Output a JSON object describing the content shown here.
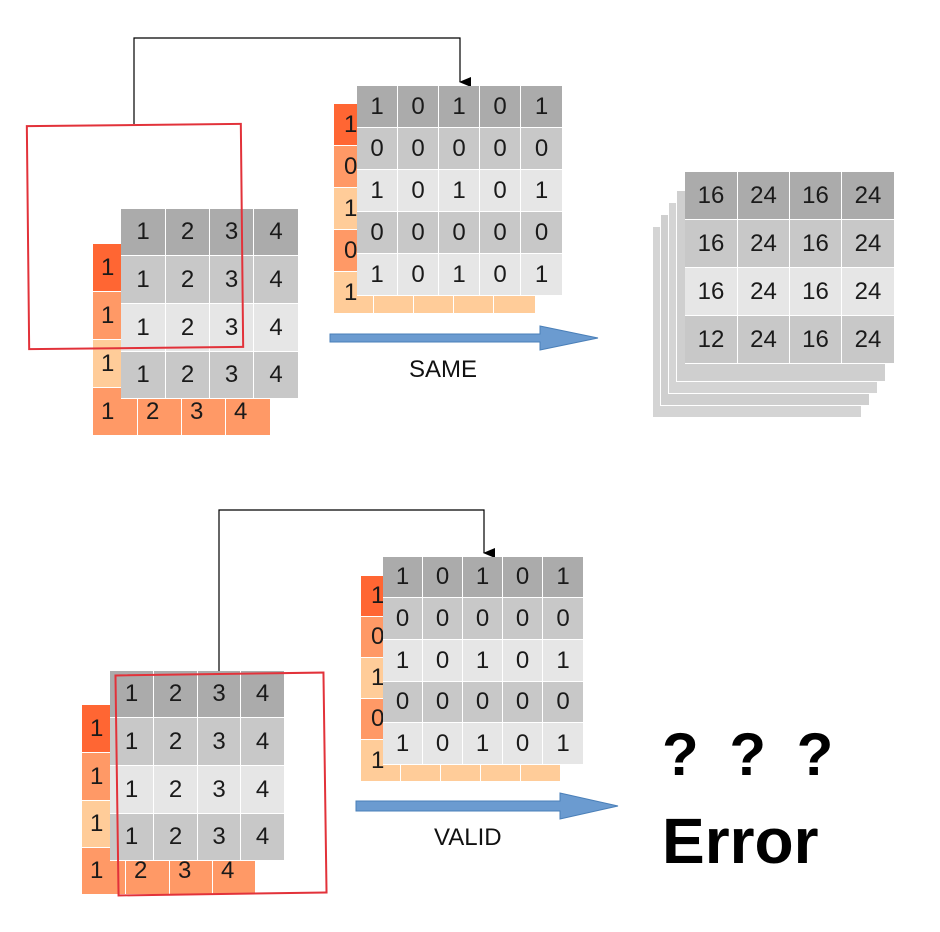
{
  "input_matrix": {
    "rows": [
      [
        "1",
        "2",
        "3",
        "4"
      ],
      [
        "1",
        "2",
        "3",
        "4"
      ],
      [
        "1",
        "2",
        "3",
        "4"
      ],
      [
        "1",
        "2",
        "3",
        "4"
      ]
    ],
    "back_orange_col": [
      "1",
      "1",
      "1",
      "1"
    ],
    "back_orange_bottom": [
      "1",
      "2",
      "3",
      "4"
    ]
  },
  "kernel_matrix": {
    "rows": [
      [
        "1",
        "0",
        "1",
        "0",
        "1"
      ],
      [
        "0",
        "0",
        "0",
        "0",
        "0"
      ],
      [
        "1",
        "0",
        "1",
        "0",
        "1"
      ],
      [
        "0",
        "0",
        "0",
        "0",
        "0"
      ],
      [
        "1",
        "0",
        "1",
        "0",
        "1"
      ]
    ],
    "back_orange_col": [
      "1",
      "0",
      "1",
      "0",
      "1"
    ]
  },
  "same_output": {
    "rows": [
      [
        "16",
        "24",
        "16",
        "24"
      ],
      [
        "16",
        "24",
        "16",
        "24"
      ],
      [
        "16",
        "24",
        "16",
        "24"
      ],
      [
        "12",
        "24",
        "16",
        "24"
      ]
    ]
  },
  "labels": {
    "same": "SAME",
    "valid": "VALID",
    "question_marks": "? ? ?",
    "error": "Error"
  },
  "colors": {
    "row_gray": [
      "#ababab",
      "#c8c8c8",
      "#e6e6e6",
      "#c8c8c8",
      "#e6e6e6"
    ],
    "orange_row": [
      "#ff6633",
      "#ff9966",
      "#ffcc99",
      "#ff9966"
    ],
    "red_box": "#e2323a",
    "arrow": "#6b9bd0"
  }
}
